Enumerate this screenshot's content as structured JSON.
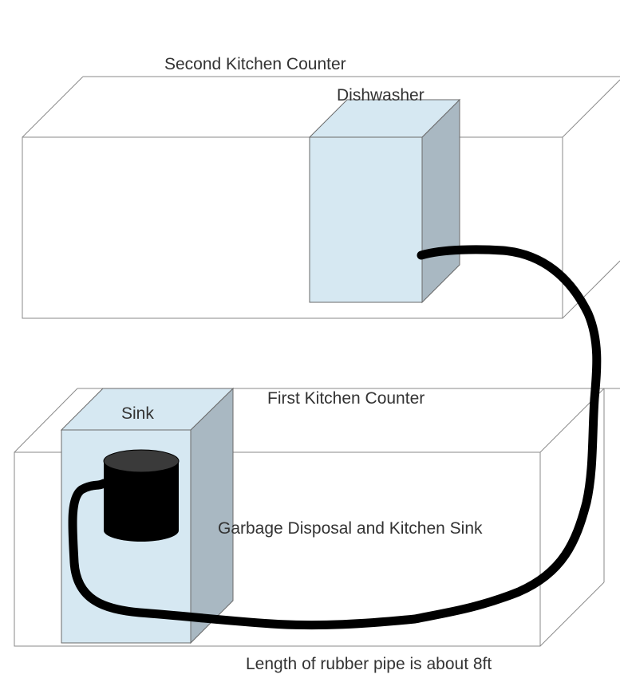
{
  "labels": {
    "second_counter": "Second Kitchen Counter",
    "dishwasher": "Dishwasher",
    "first_counter": "First Kitchen Counter",
    "sink": "Sink",
    "disposal": "Garbage Disposal and Kitchen Sink",
    "pipe_length": "Length of rubber pipe is about 8ft"
  },
  "colors": {
    "outline": "#8a8a8a",
    "appliance_front": "#d6e8f2",
    "appliance_side": "#a9b8c2",
    "appliance_edge": "#6a6a6a",
    "pipe": "#000000",
    "disposal_body": "#000000",
    "disposal_top": "#3a3a3a",
    "text": "#333333"
  }
}
